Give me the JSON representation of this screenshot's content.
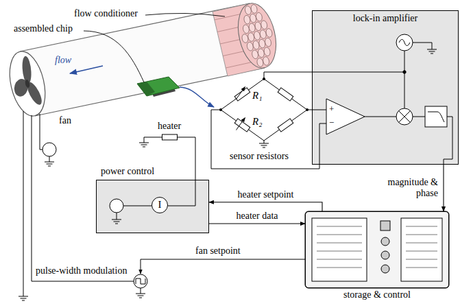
{
  "diagram": {
    "nodes": [
      {
        "text": [
          "lock-in amplifier"
        ]
      },
      {
        "text": [
          "power control"
        ]
      },
      {
        "text": [
          "I"
        ],
        "in": 1
      },
      {
        "text": [
          "storage & control"
        ]
      }
    ],
    "edges": [
      {
        "from": 3,
        "to": 1,
        "arrow": "to",
        "label": "heater setpoint"
      },
      {
        "from": 1,
        "to": 3,
        "arrow": "to",
        "label": "heater data"
      },
      {
        "from": 0,
        "to": 3,
        "arrow": "to",
        "label": "magnitude & phase"
      }
    ],
    "labels": [
      "flow conditioner",
      "assembled chip",
      "flow",
      "fan",
      "heater",
      "R₁",
      "R₂",
      "sensor resistors",
      "+",
      "−",
      "pulse-width modulation",
      "fan setpoint"
    ]
  }
}
